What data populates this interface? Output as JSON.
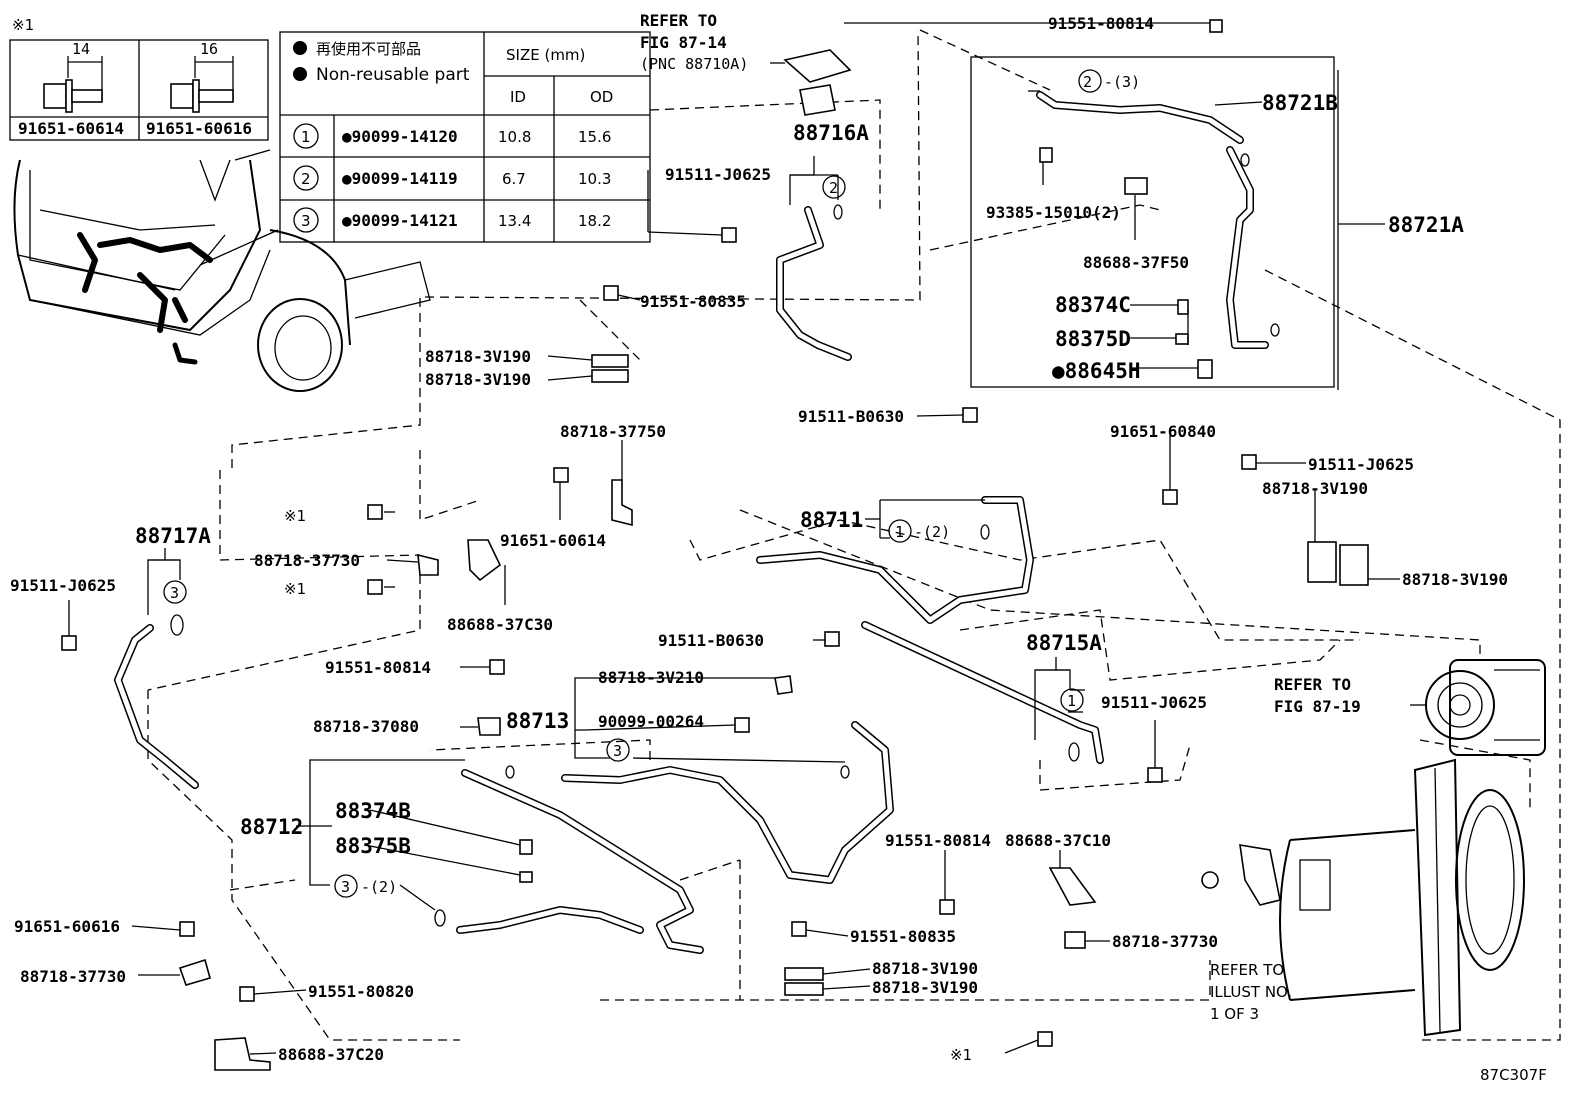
{
  "diagram_code": "87C307F",
  "note_mark": "※1",
  "bolt_box": {
    "mark": "※1",
    "bolts": [
      {
        "dim": "14",
        "part_no": "91651-60614"
      },
      {
        "dim": "16",
        "part_no": "91651-60616"
      }
    ]
  },
  "legend": {
    "symbol": "●",
    "label_jp": "再使用不可部品",
    "label_en": "Non-reusable part",
    "size_header": "SIZE (mm)",
    "col_id": "ID",
    "col_od": "OD",
    "rows": [
      {
        "num": "1",
        "part_no": "●90099-14120",
        "id": "10.8",
        "od": "15.6"
      },
      {
        "num": "2",
        "part_no": "●90099-14119",
        "id": "6.7",
        "od": "10.3"
      },
      {
        "num": "3",
        "part_no": "●90099-14121",
        "id": "13.4",
        "od": "18.2"
      }
    ]
  },
  "refs": {
    "fig87_14": [
      "REFER TO",
      "FIG 87-14",
      "(PNC 88710A)"
    ],
    "fig87_19": [
      "REFER TO",
      "FIG 87-19"
    ],
    "illust": [
      "REFER TO",
      "ILLUST NO.",
      "1 OF 3"
    ]
  },
  "labels": {
    "p91551_80814_top": "91551-80814",
    "p88721B": "88721B",
    "p88721A": "88721A",
    "o2x3": "2",
    "o2x3_suffix": "-(3)",
    "p93385": "93385-15010(2)",
    "p88688_37F50": "88688-37F50",
    "p88374C": "88374C",
    "p88375D": "88375D",
    "p88645H": "●88645H",
    "p88716A": "88716A",
    "o2_88716A": "2",
    "p91511_J0625_a": "91511-J0625",
    "p91551_80835_a": "91551-80835",
    "p88718_3V190_a": "88718-3V190",
    "p88718_3V190_b": "88718-3V190",
    "p91511_B0630_a": "91511-B0630",
    "p88718_37750": "88718-37750",
    "p91651_60614": "91651-60614",
    "p88711": "88711",
    "o1x2": "1",
    "o1x2_suffix": "-(2)",
    "p91651_60840": "91651-60840",
    "p91511_J0625_b": "91511-J0625",
    "p88718_3V190_c": "88718-3V190",
    "p88718_3V190_d": "88718-3V190",
    "mark1_a": "※1",
    "mark1_b": "※1",
    "mark1_c": "※1",
    "p88718_37730_a": "88718-37730",
    "p88688_37C30": "88688-37C30",
    "p88717A": "88717A",
    "o3_88717A": "3",
    "p91511_J0625_c": "91511-J0625",
    "p91551_80814_b": "91551-80814",
    "p91511_B0630_b": "91511-B0630",
    "p88718_3V210": "88718-3V210",
    "p88713": "88713",
    "p90099_00264": "90099-00264",
    "o3_88713": "3",
    "p88718_37080": "88718-37080",
    "p88715A": "88715A",
    "o1_88715A": "1",
    "p91511_J0625_d": "91511-J0625",
    "p88712": "88712",
    "p88374B": "88374B",
    "p88375B": "88375B",
    "o3x2": "3",
    "o3x2_suffix": "-(2)",
    "p91551_80814_c": "91551-80814",
    "p88688_37C10": "88688-37C10",
    "p91551_80835_b": "91551-80835",
    "p88718_3V190_e": "88718-3V190",
    "p88718_3V190_f": "88718-3V190",
    "p88718_37730_b": "88718-37730",
    "p91651_60616": "91651-60616",
    "p88718_37730_c": "88718-37730",
    "p91551_80820": "91551-80820",
    "p88688_37C20": "88688-37C20"
  }
}
